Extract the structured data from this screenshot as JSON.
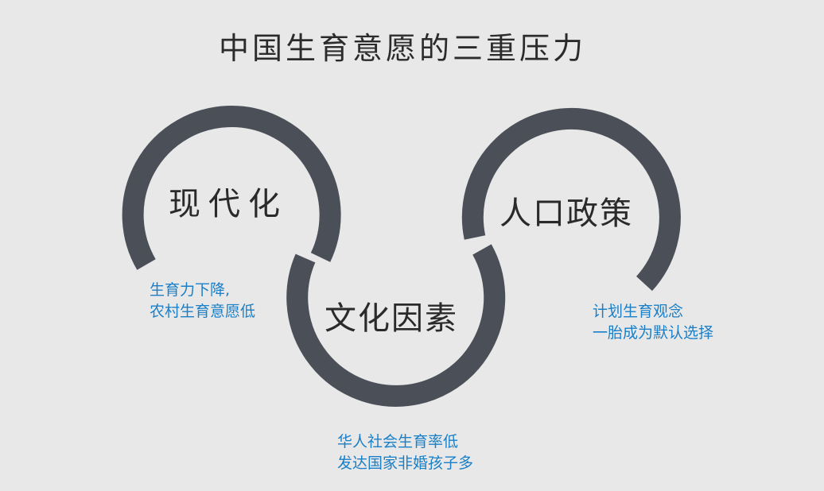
{
  "title": "中国生育意愿的三重压力",
  "colors": {
    "background": "#e8e8e8",
    "ring": "#4b5058",
    "accent_text": "#1a7fc7"
  },
  "rings": [
    {
      "label": "现代化",
      "description": [
        "生育力下降,",
        "农村生育意愿低"
      ]
    },
    {
      "label": "文化因素",
      "description": [
        "华人社会生育率低",
        "发达国家非婚孩子多"
      ]
    },
    {
      "label": "人口政策",
      "description": [
        "计划生育观念",
        "一胎成为默认选择"
      ]
    }
  ]
}
